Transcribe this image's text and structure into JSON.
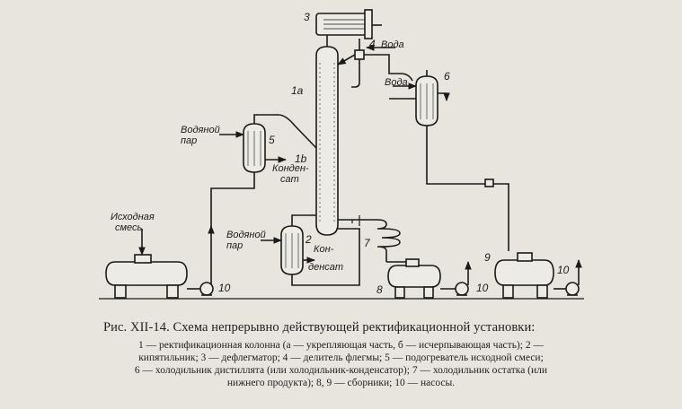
{
  "diagram": {
    "labels": {
      "n3": "3",
      "n4": "4",
      "n1a": "1а",
      "n1b": "1b",
      "n5": "5",
      "n2": "2",
      "n6": "6",
      "n7": "7",
      "n8": "8",
      "n9": "9",
      "n10_left": "10",
      "n10_mid": "10",
      "n10_right": "10",
      "voda_top": "Вода",
      "voda_6": "Вода",
      "steam_5_l1": "Водяной",
      "steam_5_l2": "пар",
      "steam_2_l1": "Водяной",
      "steam_2_l2": "пар",
      "cond_5_l1": "Конден-",
      "cond_5_l2": "сат",
      "cond_2_l1": "Кон-",
      "cond_2_l2": "денсат",
      "feed_l1": "Исходная",
      "feed_l2": "смесь"
    }
  },
  "caption": {
    "title": "Рис. XII-14. Схема непрерывно действующей ректификационной установки:",
    "lines": [
      "1 — ректификационная колонна (а — укрепляющая часть, б — исчерпывающая часть); 2 —",
      "кипятильник; 3 — дефлегматор; 4 — делитель флегмы; 5 — подогреватель исходной смеси;",
      "6 — холодильник дистиллята (или холодильник-конденсатор); 7 — холодильник остатка (или",
      "нижнего продукта); 8, 9 — сборники; 10 — насосы."
    ]
  }
}
